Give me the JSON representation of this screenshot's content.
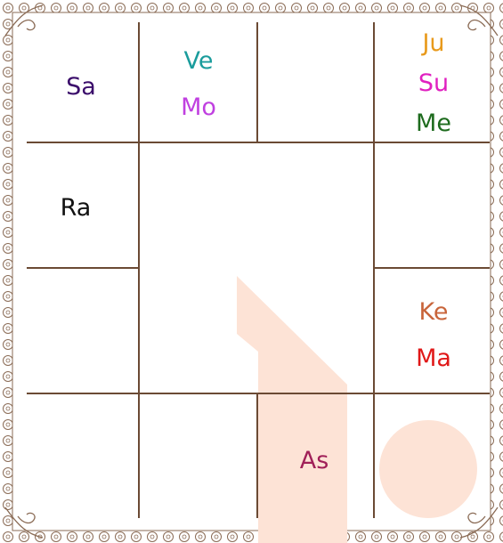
{
  "chart": {
    "houses": [
      {
        "id": "h12",
        "planets": [
          {
            "abbr": "Sa",
            "color": "#3b0d6b"
          }
        ]
      },
      {
        "id": "h1",
        "planets": [
          {
            "abbr": "Ve",
            "color": "#1a9c9c"
          },
          {
            "abbr": "Mo",
            "color": "#c040e0"
          }
        ]
      },
      {
        "id": "h2",
        "planets": []
      },
      {
        "id": "h3",
        "planets": [
          {
            "abbr": "Ju",
            "color": "#e89a1c"
          },
          {
            "abbr": "Su",
            "color": "#e020c0"
          },
          {
            "abbr": "Me",
            "color": "#1e6b1e"
          }
        ]
      },
      {
        "id": "h11",
        "planets": [
          {
            "abbr": "Ra",
            "color": "#111111"
          }
        ]
      },
      {
        "id": "h4",
        "planets": []
      },
      {
        "id": "h10",
        "planets": []
      },
      {
        "id": "h5",
        "planets": [
          {
            "abbr": "Ke",
            "color": "#c8643a"
          },
          {
            "abbr": "Ma",
            "color": "#e01818"
          }
        ]
      },
      {
        "id": "h9",
        "planets": []
      },
      {
        "id": "h8",
        "planets": []
      },
      {
        "id": "h7",
        "planets": [
          {
            "abbr": "As",
            "color": "#a02058"
          }
        ]
      },
      {
        "id": "h6",
        "planets": []
      }
    ]
  },
  "colors": {
    "grid_line": "#6b4a34",
    "border_ornament": "#8a6b55",
    "watermark": "#fde3d6"
  },
  "watermark": {
    "type": "logo",
    "shape": "number-one-and-circle"
  }
}
